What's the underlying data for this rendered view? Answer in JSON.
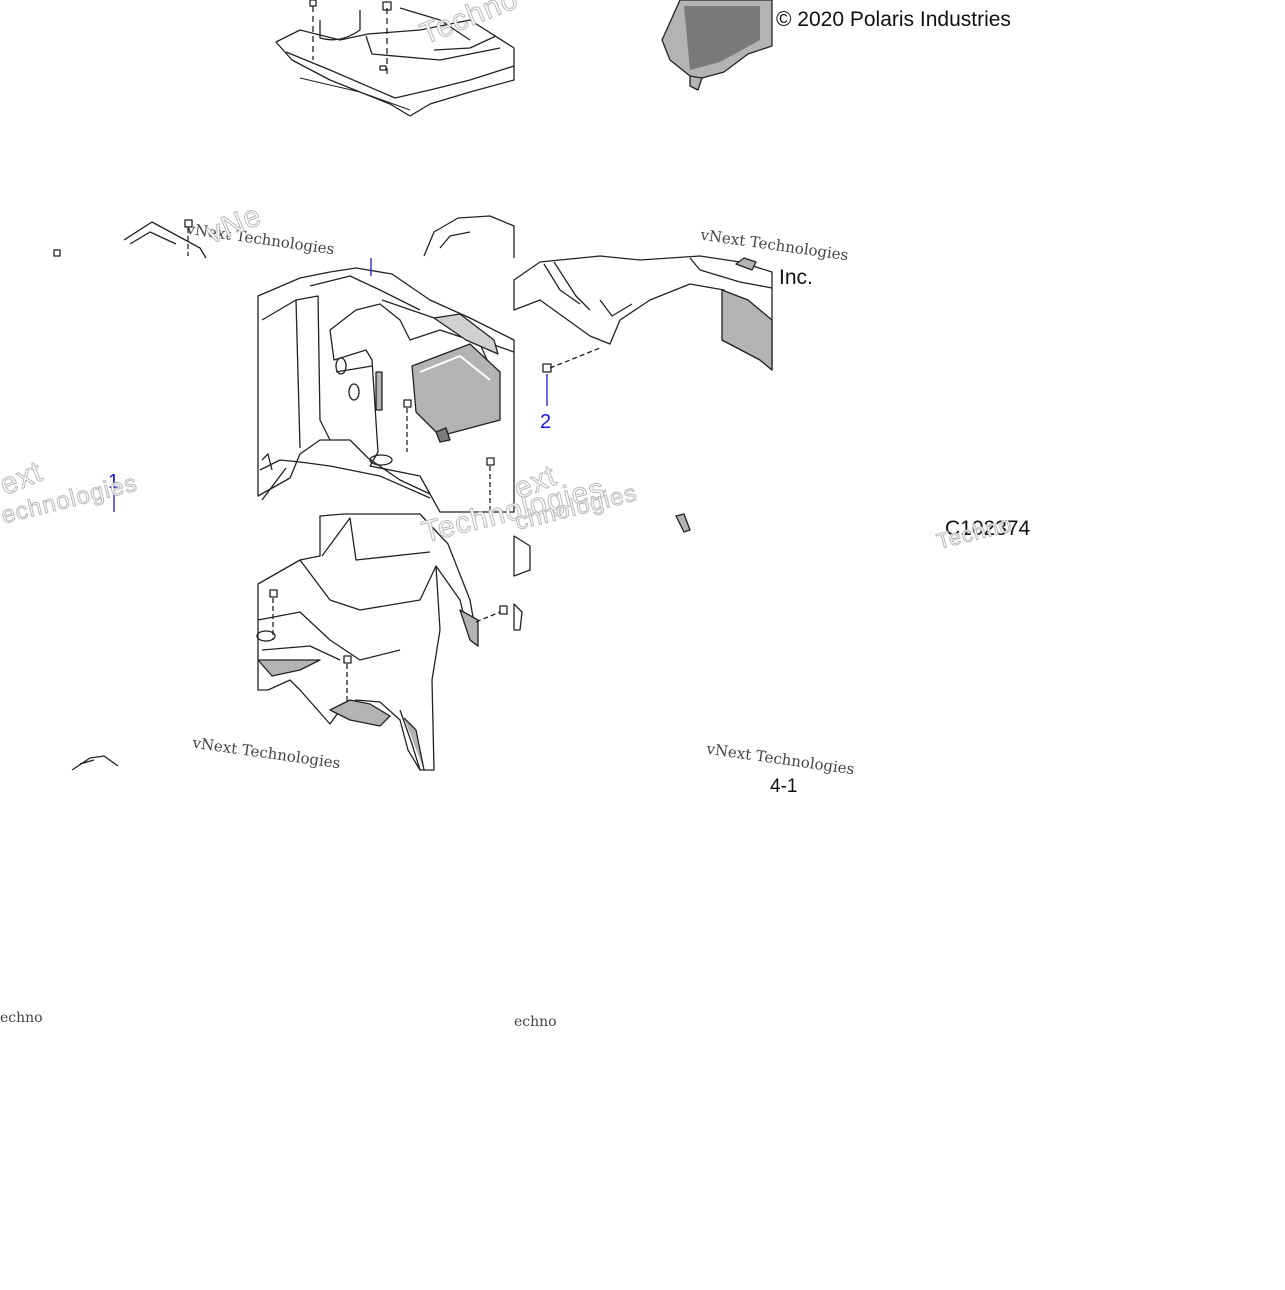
{
  "diagram": {
    "copyright": "© 2020 Polaris Industries",
    "copyright_suffix": "Inc.",
    "diagram_code": "C102374",
    "page_number": "4-1",
    "callouts": [
      "1",
      "2"
    ],
    "watermark": {
      "company": "vNext Technologies",
      "fragments": [
        "vNe",
        "Techno",
        "ext",
        "Technologies",
        "echnologies",
        "chnologies",
        "ext",
        "Techno",
        "echno",
        "echno"
      ]
    },
    "colors": {
      "line": "#222222",
      "shade": "#b3b3b3",
      "shade_dark": "#7a7a7a",
      "callout": "#1a1adc"
    }
  }
}
